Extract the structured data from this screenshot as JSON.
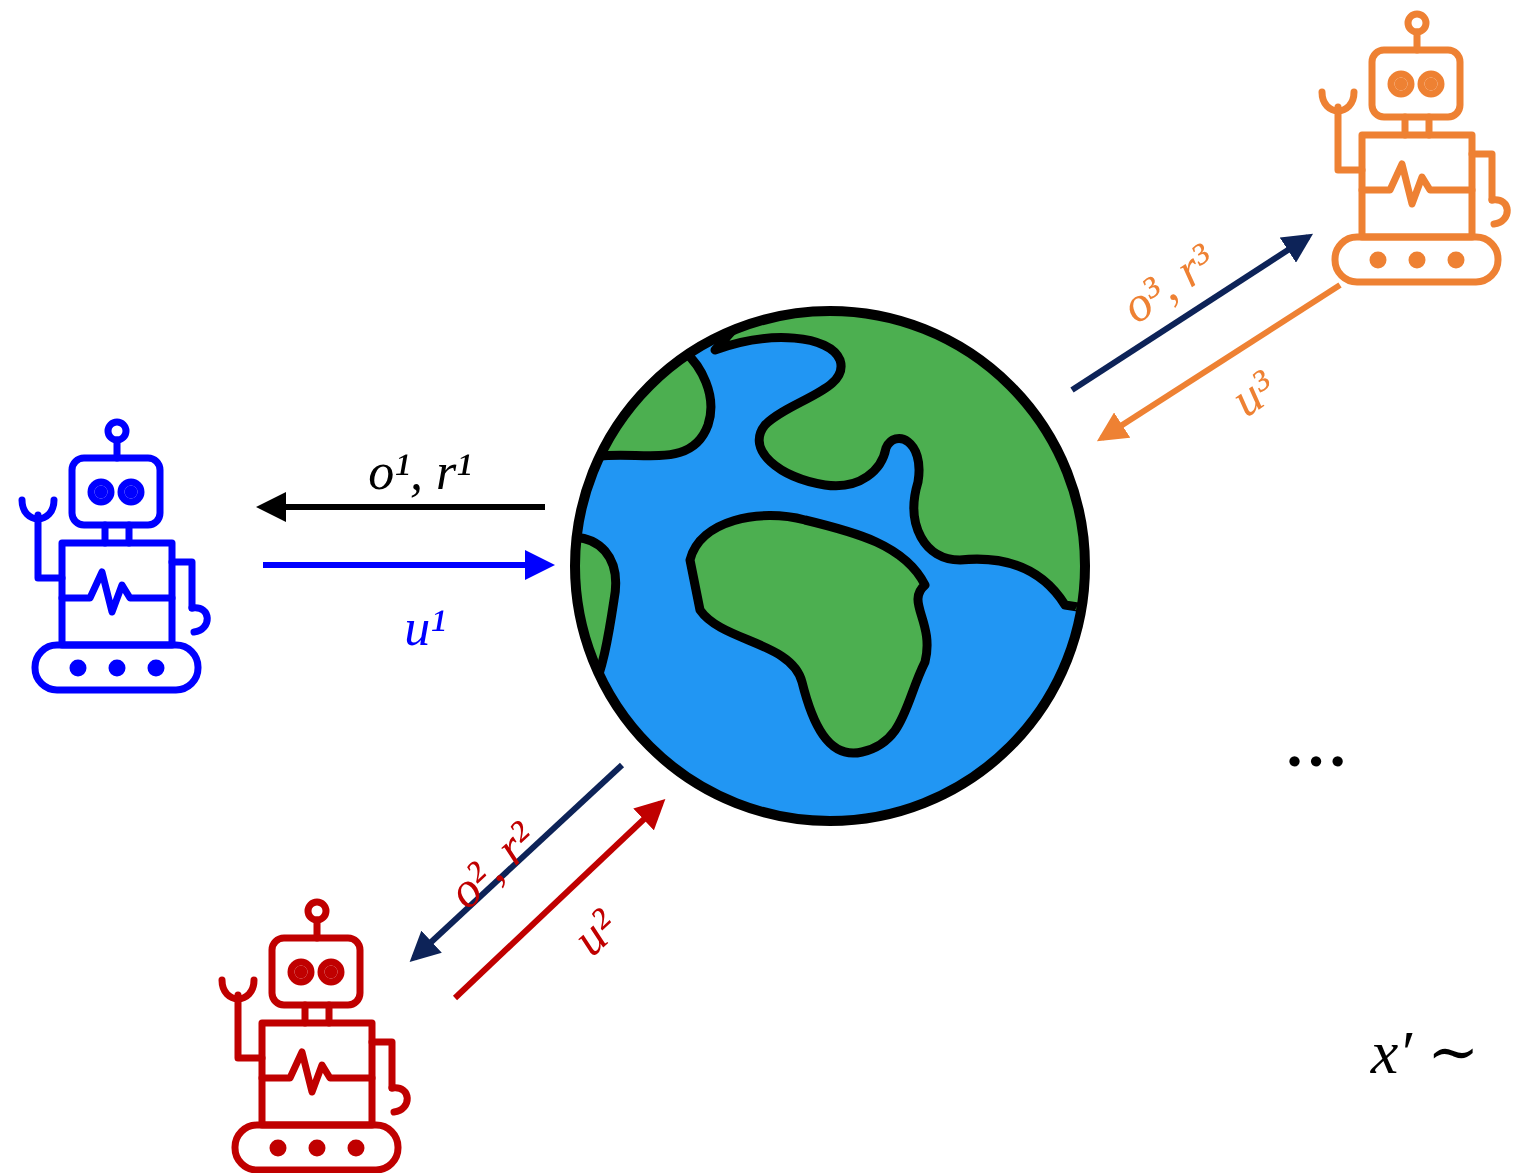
{
  "diagram": {
    "labels": [
      "o¹, r¹",
      "u¹",
      "o², r²",
      "u²",
      "o³, r³",
      "u³",
      "…",
      "x′ ∼"
    ]
  }
}
